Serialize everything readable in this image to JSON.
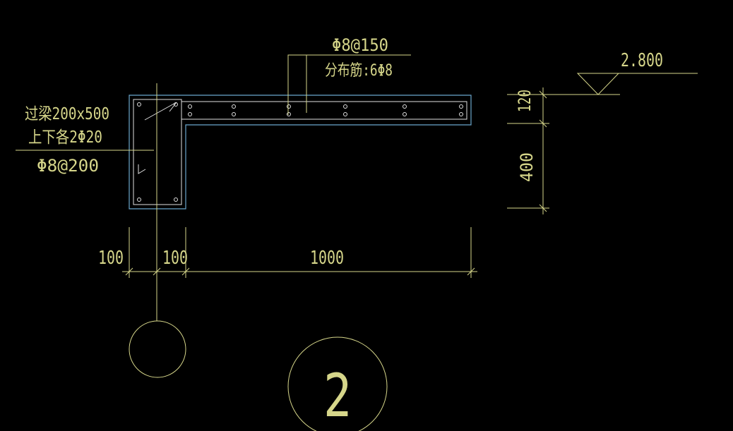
{
  "colors": {
    "background": "#000000",
    "line": "#d6d68a",
    "text": "#d6d68a",
    "outline": "#6aa6cc",
    "rebar": "#e0e0e0"
  },
  "callout_top": {
    "line1": "Φ8@150",
    "line2": "分布筋:6Φ8"
  },
  "callout_left": {
    "line1": "过梁200x500",
    "line2": "上下各2Φ20",
    "line3": "Φ8@200"
  },
  "elevation": {
    "value": "2.800"
  },
  "dim_vertical": {
    "top": "120",
    "bottom": "400"
  },
  "dim_horizontal": {
    "first": "100",
    "second": "100",
    "third": "1000"
  },
  "section_mark": {
    "number": "2"
  },
  "axis_bubble": {
    "label": ""
  }
}
